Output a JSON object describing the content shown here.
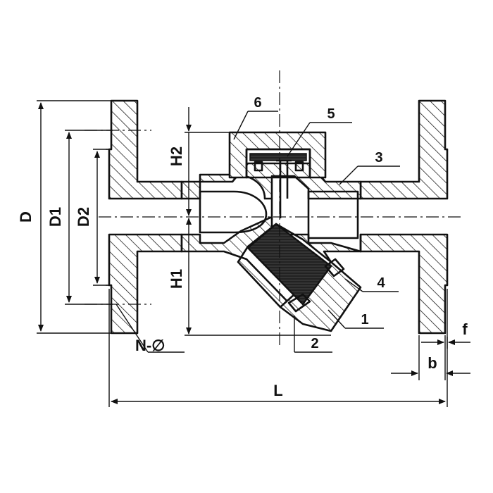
{
  "dimension_labels": {
    "D": "D",
    "D1": "D1",
    "D2": "D2",
    "H1": "H1",
    "H2": "H2",
    "L": "L",
    "b": "b",
    "f": "f",
    "N": "N-∅"
  },
  "part_numbers": [
    "1",
    "2",
    "3",
    "4",
    "5",
    "6"
  ]
}
